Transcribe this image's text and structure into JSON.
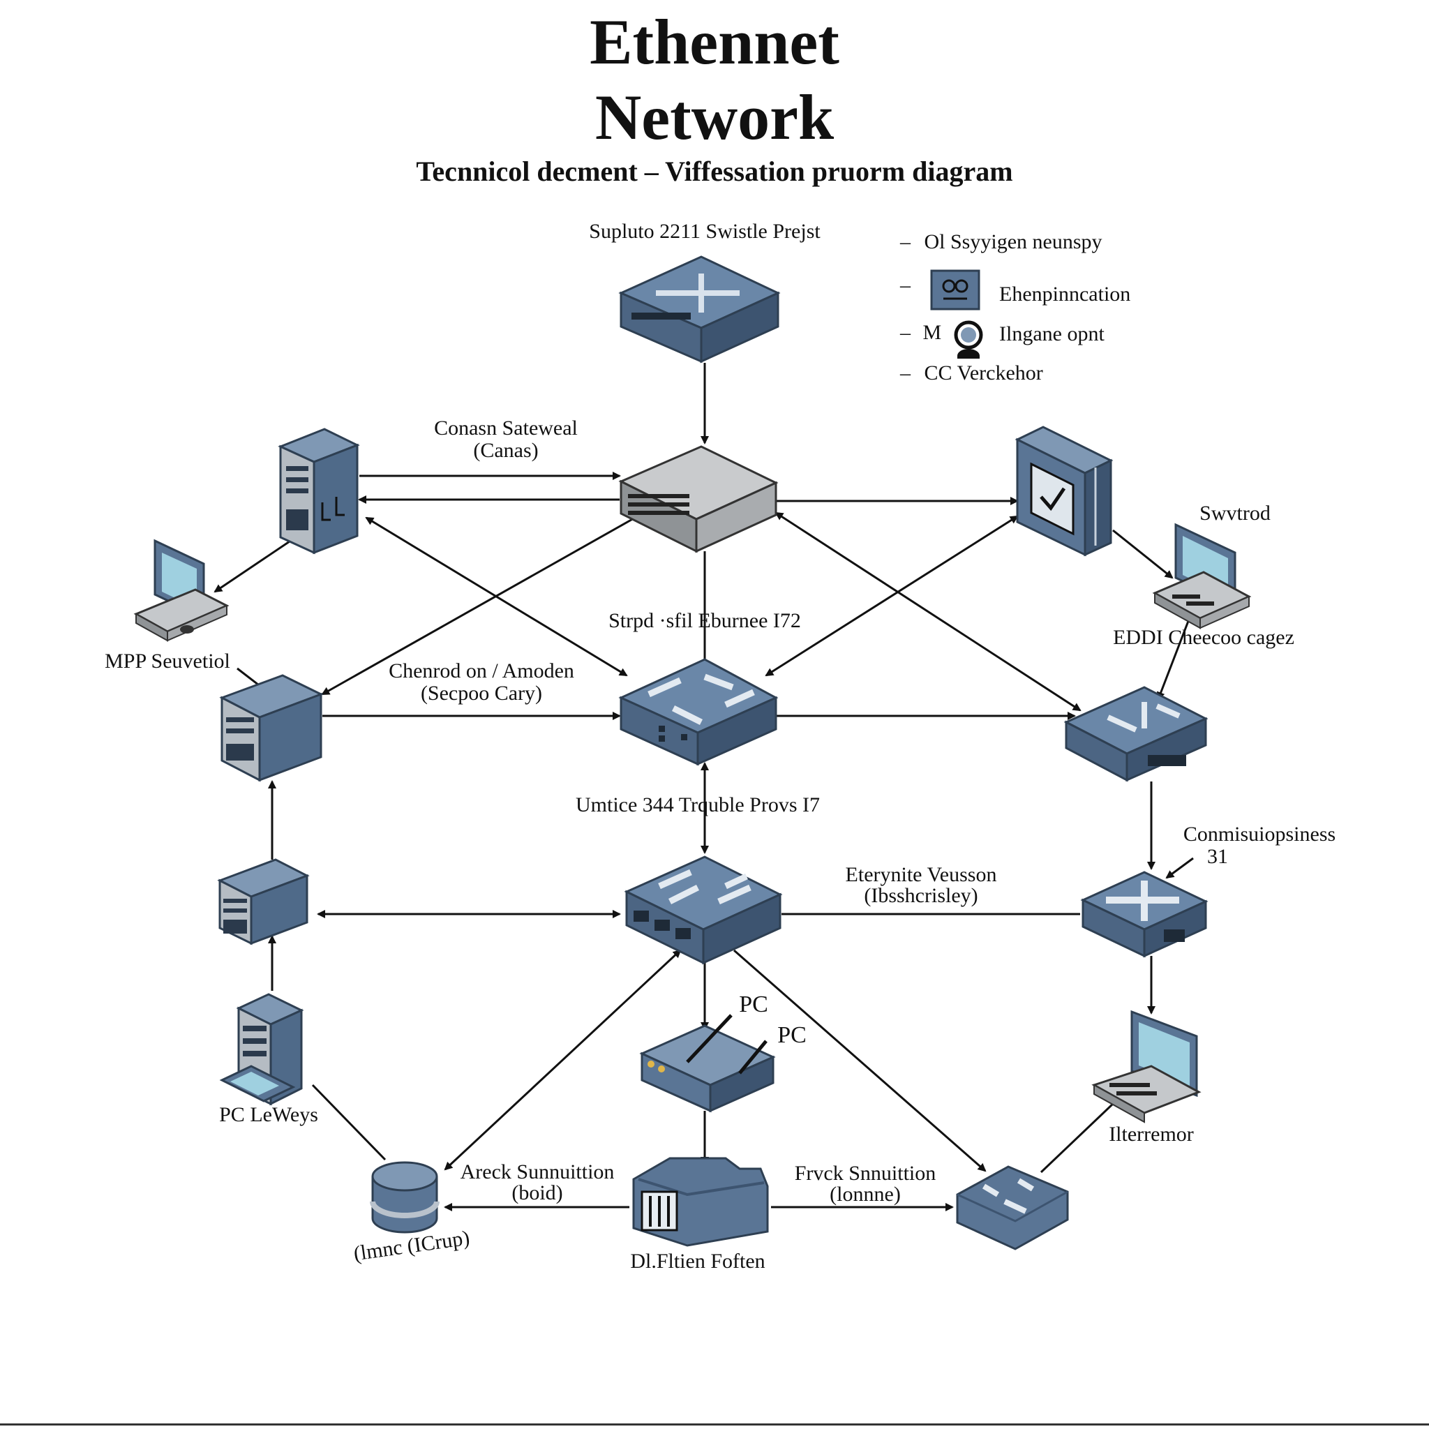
{
  "title": {
    "line1": "Ethennet",
    "line2": "Network"
  },
  "subtitle": "Tecnnicol decment  – Viffessation pruorm diagram",
  "legend": {
    "items": [
      {
        "dash": "–",
        "prefix": "",
        "text": "Ol Ssyyigen neunspy"
      },
      {
        "dash": "–",
        "prefix": "",
        "text": "Ehenpinncation"
      },
      {
        "dash": "–",
        "prefix": "M",
        "text": "Ilngane opnt"
      },
      {
        "dash": "–",
        "prefix": "",
        "text": "CC Verckehor"
      }
    ]
  },
  "labels": {
    "top_switch": "Suplutо 2211 Swistle Prejst",
    "link_gateway": "Conasn Sateweal",
    "link_gateway_sub": "(Canas)",
    "switchrod": "Swvtrod",
    "eddi": "EDDI Cheecoo cagez",
    "mpp": "MPP Seuvetiol",
    "cherrod": "Chenrod on / Amoden",
    "cherrod_sub": "(Secpoo Cary)",
    "strpd": "Strpd ·sfil Eburnee I72",
    "umtice": "Umtice 344 Trquble Provs I7",
    "eternite": "Eterynite Veusson",
    "eternite_sub": "(Ibsshcrisley)",
    "commis": "Conmisuiopsiness",
    "commis_num": "31",
    "pc1": "PC",
    "pc2": "PC",
    "pc_lewers": "PC LeWeys",
    "iltermor": "Ilterremor",
    "arek": "Areck Sunnuittion",
    "arek_sub": "(boid)",
    "frvck": "Frvck Snnuittion",
    "frvck_sub": "(lonnne)",
    "dl_fltien": "Dl.Fltien Foften",
    "lmnc": "(lmnc (ICrup)"
  },
  "colors": {
    "device_blue": "#5a7595",
    "device_dark": "#3f5874",
    "device_light": "#7d97b5",
    "screen": "#9fd0e0",
    "gray": "#b9bcbf",
    "line": "#111111"
  }
}
